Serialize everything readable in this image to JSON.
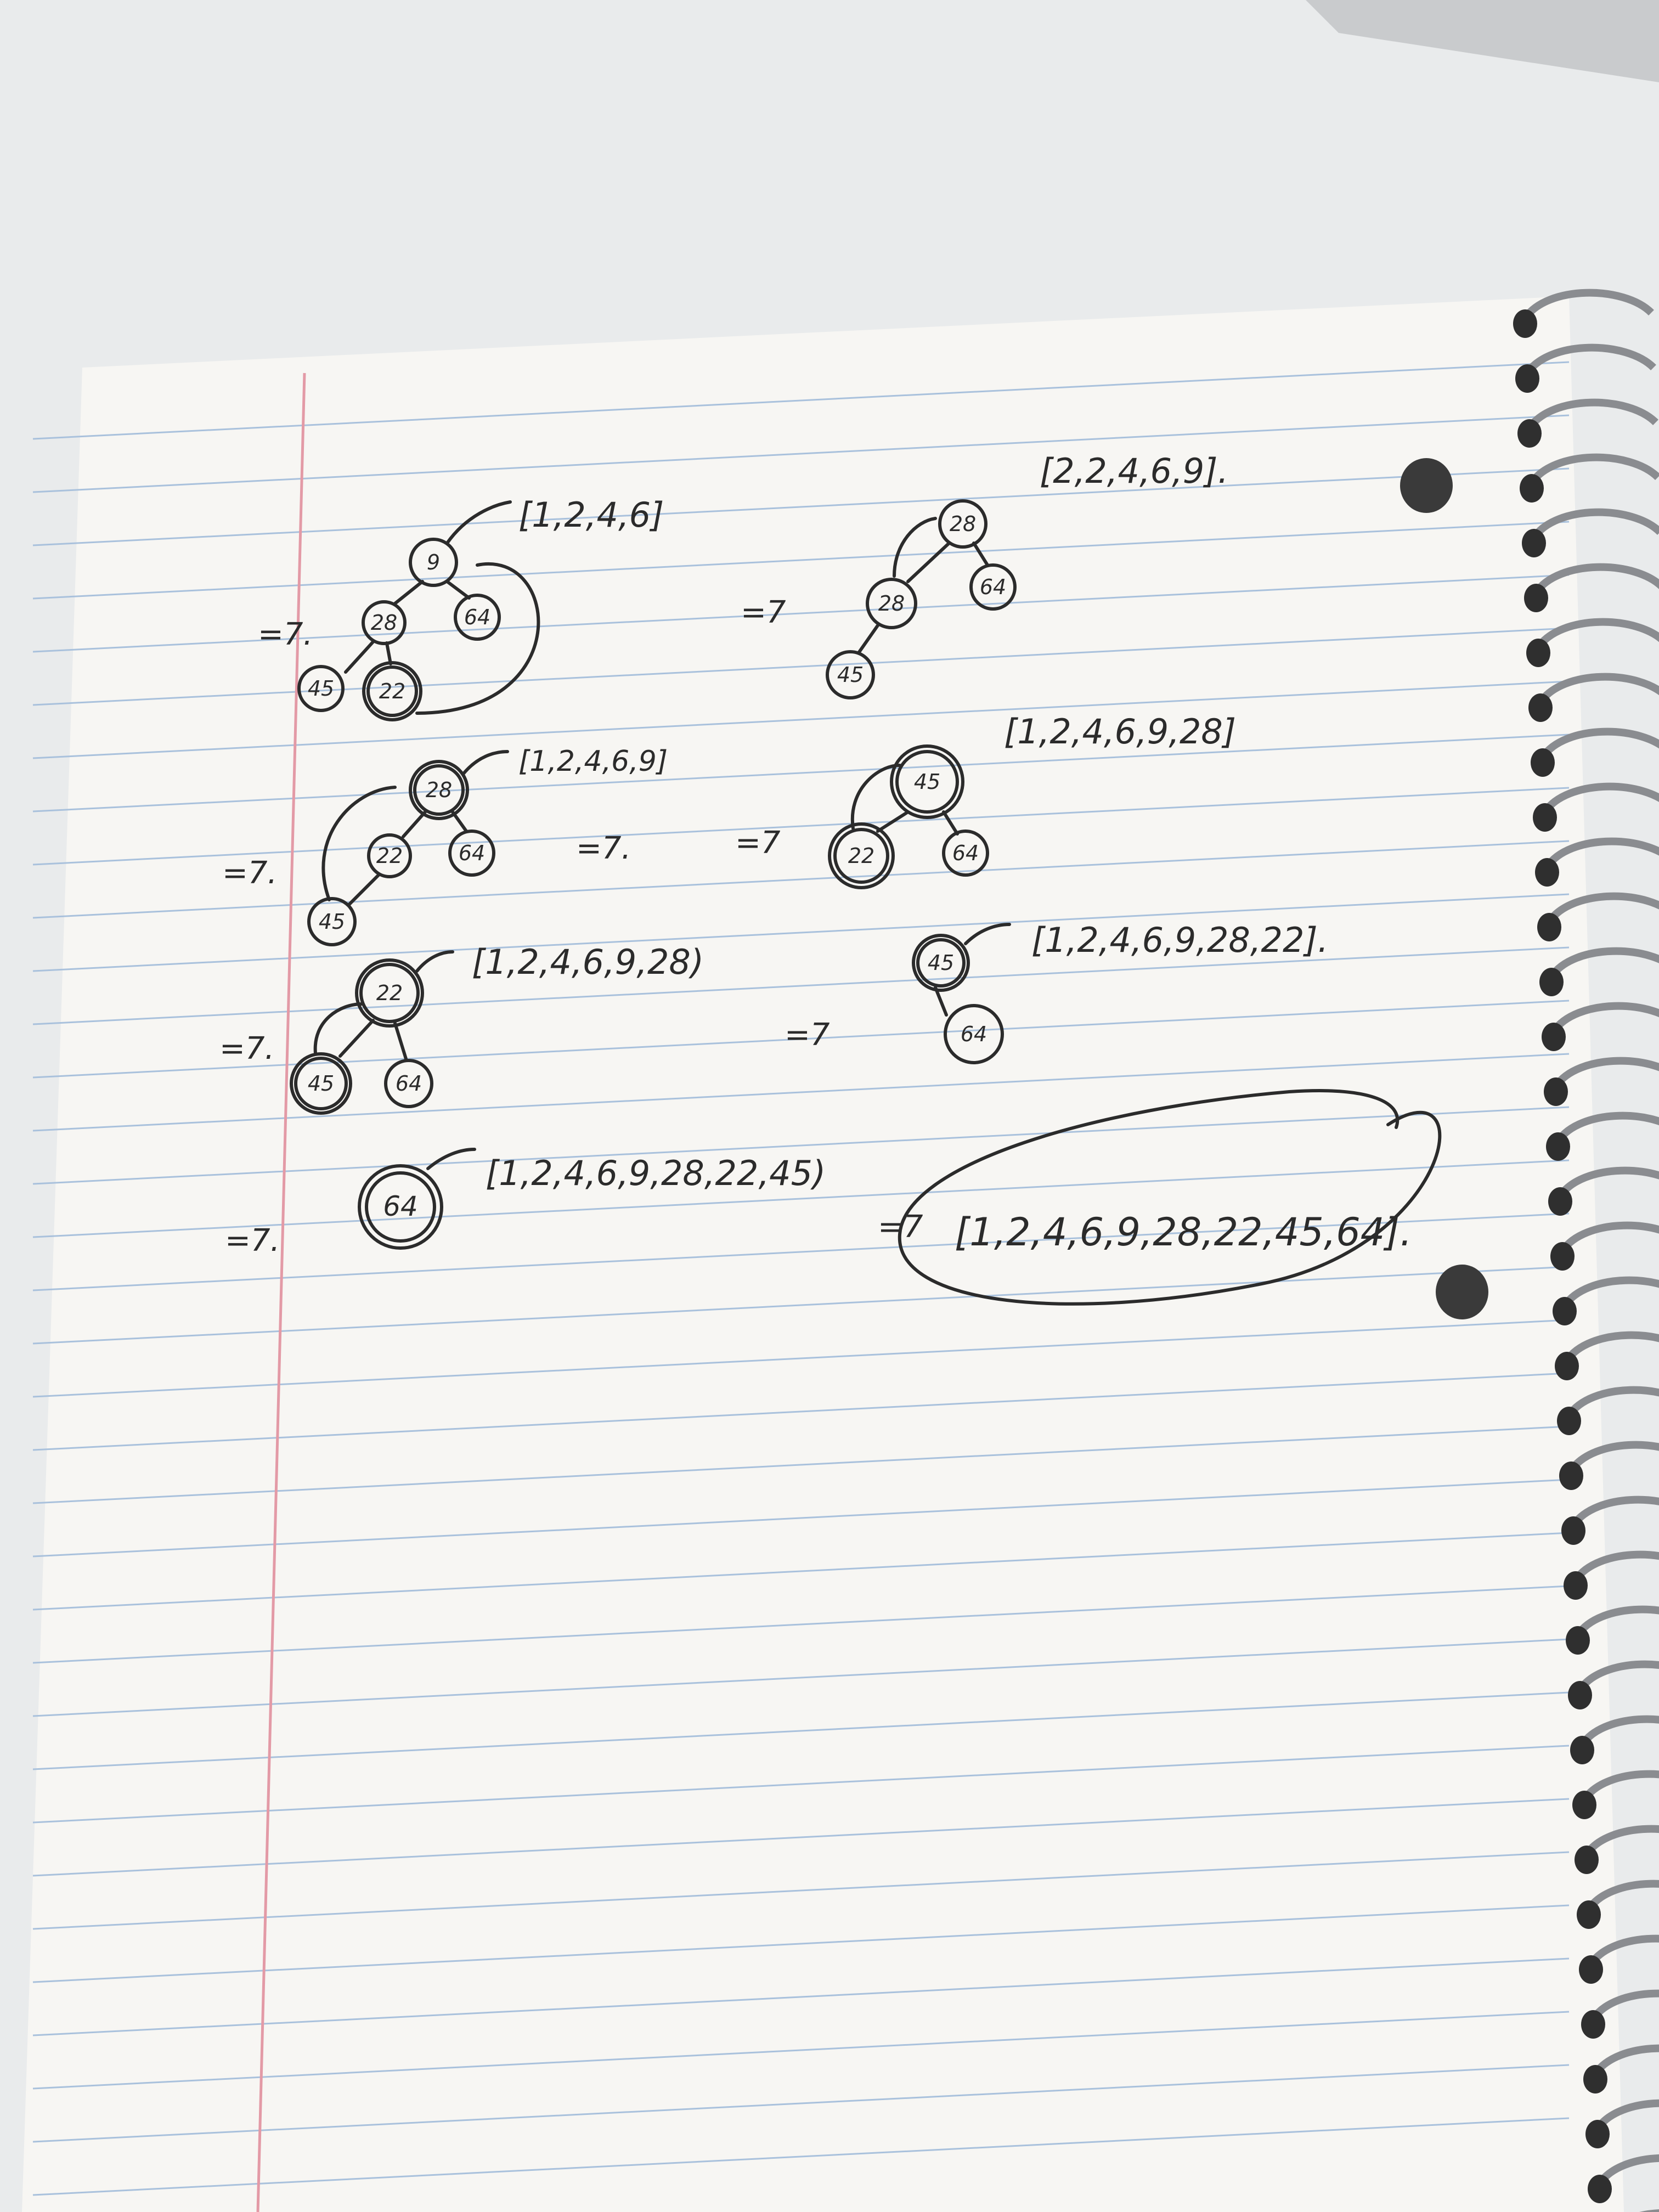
{
  "scene": {
    "description_tag": "spiral notebook page with handwritten heap-sort steps",
    "colors": {
      "desk": "#e9ebec",
      "paper": "#f7f6f3",
      "rule_line": "#a9c1dc",
      "margin_line": "#e39aa6",
      "ink": "#2b2b2b",
      "spiral": "#8a8c90"
    }
  },
  "notes": {
    "arrows": [
      "=7.",
      "=7",
      "=7.",
      "=7",
      "=7.",
      "=7",
      "=7.",
      "=7",
      "=7."
    ],
    "steps": [
      {
        "array": "[1,2,4,6]",
        "nodes": [
          "9",
          "28",
          "64",
          "45",
          "22"
        ]
      },
      {
        "array": "[2,2,4,6,9].",
        "nodes": [
          "28",
          "28",
          "64",
          "45"
        ]
      },
      {
        "array": "[1,2,4,6,9]",
        "nodes": [
          "28",
          "22",
          "64",
          "45"
        ]
      },
      {
        "array": "[1,2,4,6,9,28]",
        "nodes": [
          "45",
          "22",
          "64"
        ]
      },
      {
        "array": "[1,2,4,6,9,28)",
        "nodes": [
          "22",
          "45",
          "64"
        ]
      },
      {
        "array": "[1,2,4,6,9,28,22].",
        "nodes": [
          "45",
          "64"
        ]
      },
      {
        "array": "[1,2,4,6,9,28,22,45)",
        "nodes": [
          "64"
        ]
      }
    ],
    "final_array": "[1,2,4,6,9,28,22,45,64]."
  }
}
